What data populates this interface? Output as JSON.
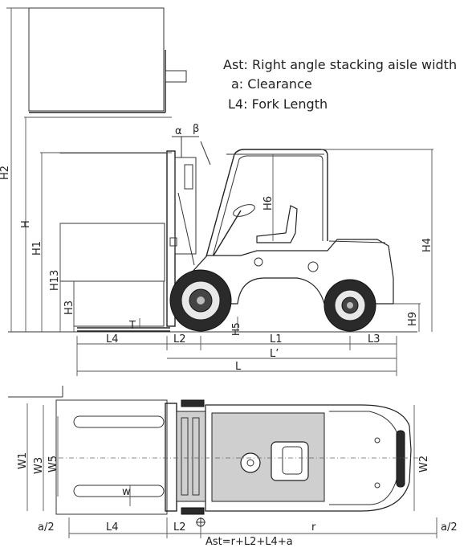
{
  "legend": {
    "ast": "Ast: Right angle stacking aisle width",
    "a": "a: Clearance",
    "l4": "L4: Fork Length"
  },
  "side_view": {
    "labels": {
      "alpha": "α",
      "beta": "β",
      "h2": "H2",
      "h": "H",
      "h1": "H1",
      "h13": "H13",
      "h3": "H3",
      "h6": "H6",
      "h4": "H4",
      "h5": "H5",
      "h9": "H9",
      "t": "T",
      "l4": "L4",
      "l2": "L2",
      "l1": "L1",
      "l3": "L3",
      "l_prime": "L’",
      "l": "L"
    }
  },
  "top_view": {
    "labels": {
      "w1": "W1",
      "w3": "W3",
      "w5": "W5",
      "w": "w",
      "w2": "W2",
      "a_half_left": "a/2",
      "a_half_right": "a/2",
      "l4": "L4",
      "l2": "L2",
      "r": "r",
      "ast_formula": "Ast=r+L2+L4+a"
    }
  },
  "icons": [
    "forklift-side-view",
    "forklift-top-view",
    "steering-wheel-icon",
    "seat-icon",
    "wheel-icon"
  ]
}
